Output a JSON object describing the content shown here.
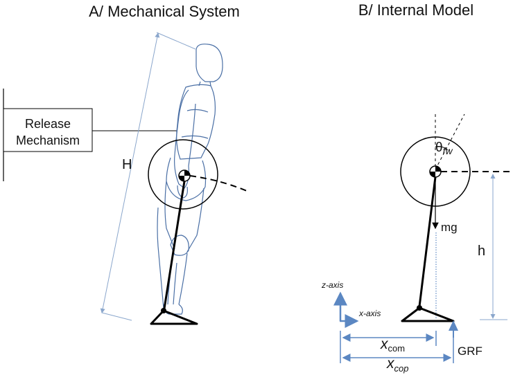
{
  "titles": {
    "panel_a": "A/ Mechanical System",
    "panel_b": "B/ Internal Model"
  },
  "panel_a": {
    "release_line1": "Release",
    "release_line2": "Mechanism",
    "height_label": "H"
  },
  "panel_b": {
    "theta_symbol": "θ",
    "theta_sub": "fw",
    "weight_label": "mg",
    "height_label": "h",
    "z_axis_label": "z-axis",
    "x_axis_label": "x-axis",
    "xcom_main": "x",
    "xcom_sub": "com",
    "xcop_main": "x",
    "xcop_sub": "cop",
    "grf_label": "GRF"
  },
  "colors": {
    "figure_outline": "#4a6fa5",
    "dimension_lines": "#8aa6cc",
    "axis_arrows": "#5b87c2",
    "ink": "#000000"
  }
}
